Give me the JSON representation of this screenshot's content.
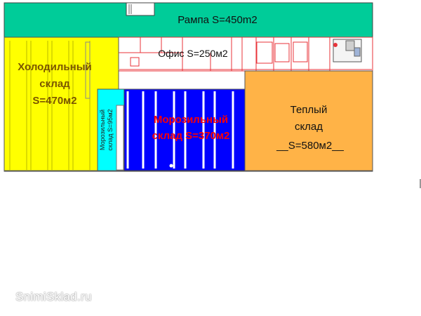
{
  "plan": {
    "ramp": {
      "label": "Рампа S=450m2",
      "color": "#00cc99"
    },
    "cold_storage": {
      "label_line1": "Холодильный",
      "label_line2": "склад",
      "label_line3": "S=470м2",
      "color": "#ffff00",
      "text_color": "#7a5500"
    },
    "office": {
      "label": "Офис  S=250м2"
    },
    "freezer_small": {
      "label_line1": "Морозильный",
      "label_line2": "склад  S=95м2",
      "color": "#00ffff"
    },
    "freezer_main": {
      "label_line1": "Морозильный",
      "label_line2": "склад S=370м2",
      "color": "#0000ff",
      "text_color": "#ff0000"
    },
    "warm_storage": {
      "label_line1": "Теплый",
      "label_line2": "склад",
      "label_line3": "__S=580м2__",
      "color": "#ffb347"
    },
    "wall_color": "#e8333a"
  },
  "watermark": "SnimiSklad.ru"
}
